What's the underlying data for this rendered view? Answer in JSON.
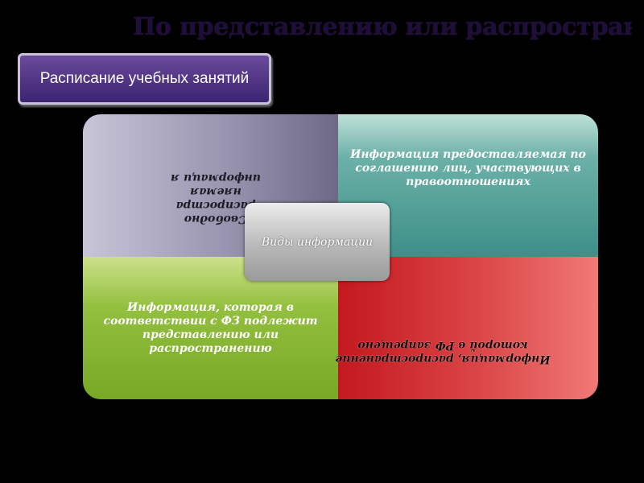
{
  "title": "По представлению или распространению",
  "schedule": {
    "label": "Расписание учебных занятий"
  },
  "diagram": {
    "center_label": "Виды информации",
    "top_right": "Информация предоставляемая по соглашению лиц, участвующих в правоотношениях",
    "bottom_left": "Информация, которая в соответствии с ФЗ подлежит представлению или распространению",
    "top_left_mirrored": "Свободно распростра няемая информаци я",
    "bottom_right_mirrored": "Информация, распространение которой в РФ запрещено"
  },
  "colors": {
    "background": "#000000",
    "schedule_box": "#4b2f82",
    "quad_top_left": "#9a95b0",
    "quad_top_right": "#3d8f88",
    "quad_bottom_left": "#85b532",
    "quad_bottom_right": "#d63a3c",
    "center_box": "#b9b9b9"
  }
}
